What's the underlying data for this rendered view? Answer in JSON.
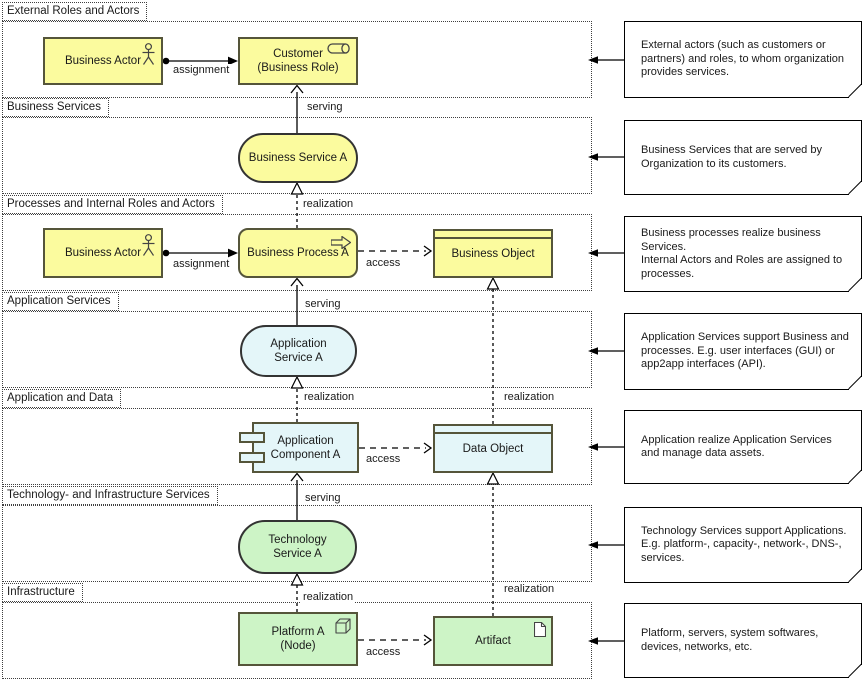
{
  "diagram": {
    "relations": {
      "assignment": "assignment",
      "serving": "serving",
      "realization": "realization",
      "access": "access"
    },
    "layers": [
      {
        "label": "External Roles and Actors",
        "note": "External actors (such as customers or partners) and roles, to whom organization provides services."
      },
      {
        "label": "Business Services",
        "note": "Business Services that are served by Organization to its customers."
      },
      {
        "label": "Processes and Internal Roles and Actors",
        "note": "Business processes realize business Services.\nInternal Actors and Roles are assigned to processes."
      },
      {
        "label": "Application Services",
        "note": "Application Services support Business and processes. E.g. user interfaces (GUI) or app2app interfaces (API)."
      },
      {
        "label": "Application and Data",
        "note": "Application realize Application Services and manage data assets."
      },
      {
        "label": "Technology- and Infrastructure Services",
        "note": "Technology Services support Applications. E.g. platform-, capacity-, network-, DNS-, services."
      },
      {
        "label": "Infrastructure",
        "note": "Platform, servers, system softwares, devices, networks, etc."
      }
    ],
    "elements": {
      "business_actor_external": "Business Actor",
      "customer": "Customer\n(Business Role)",
      "business_service": "Business Service A",
      "business_actor_internal": "Business Actor",
      "business_process": "Business Process A",
      "business_object": "Business Object",
      "application_service": "Application\nService A",
      "application_component": "Application\nComponent A",
      "data_object": "Data Object",
      "technology_service": "Technology\nService A",
      "platform": "Platform A\n(Node)",
      "artifact": "Artifact"
    },
    "colors": {
      "business": "#FBFB9E",
      "application": "#E4F6F9",
      "technology": "#CDF4C6",
      "element_border": "#55553a",
      "service_border": "#333333",
      "line": "#000000"
    }
  }
}
